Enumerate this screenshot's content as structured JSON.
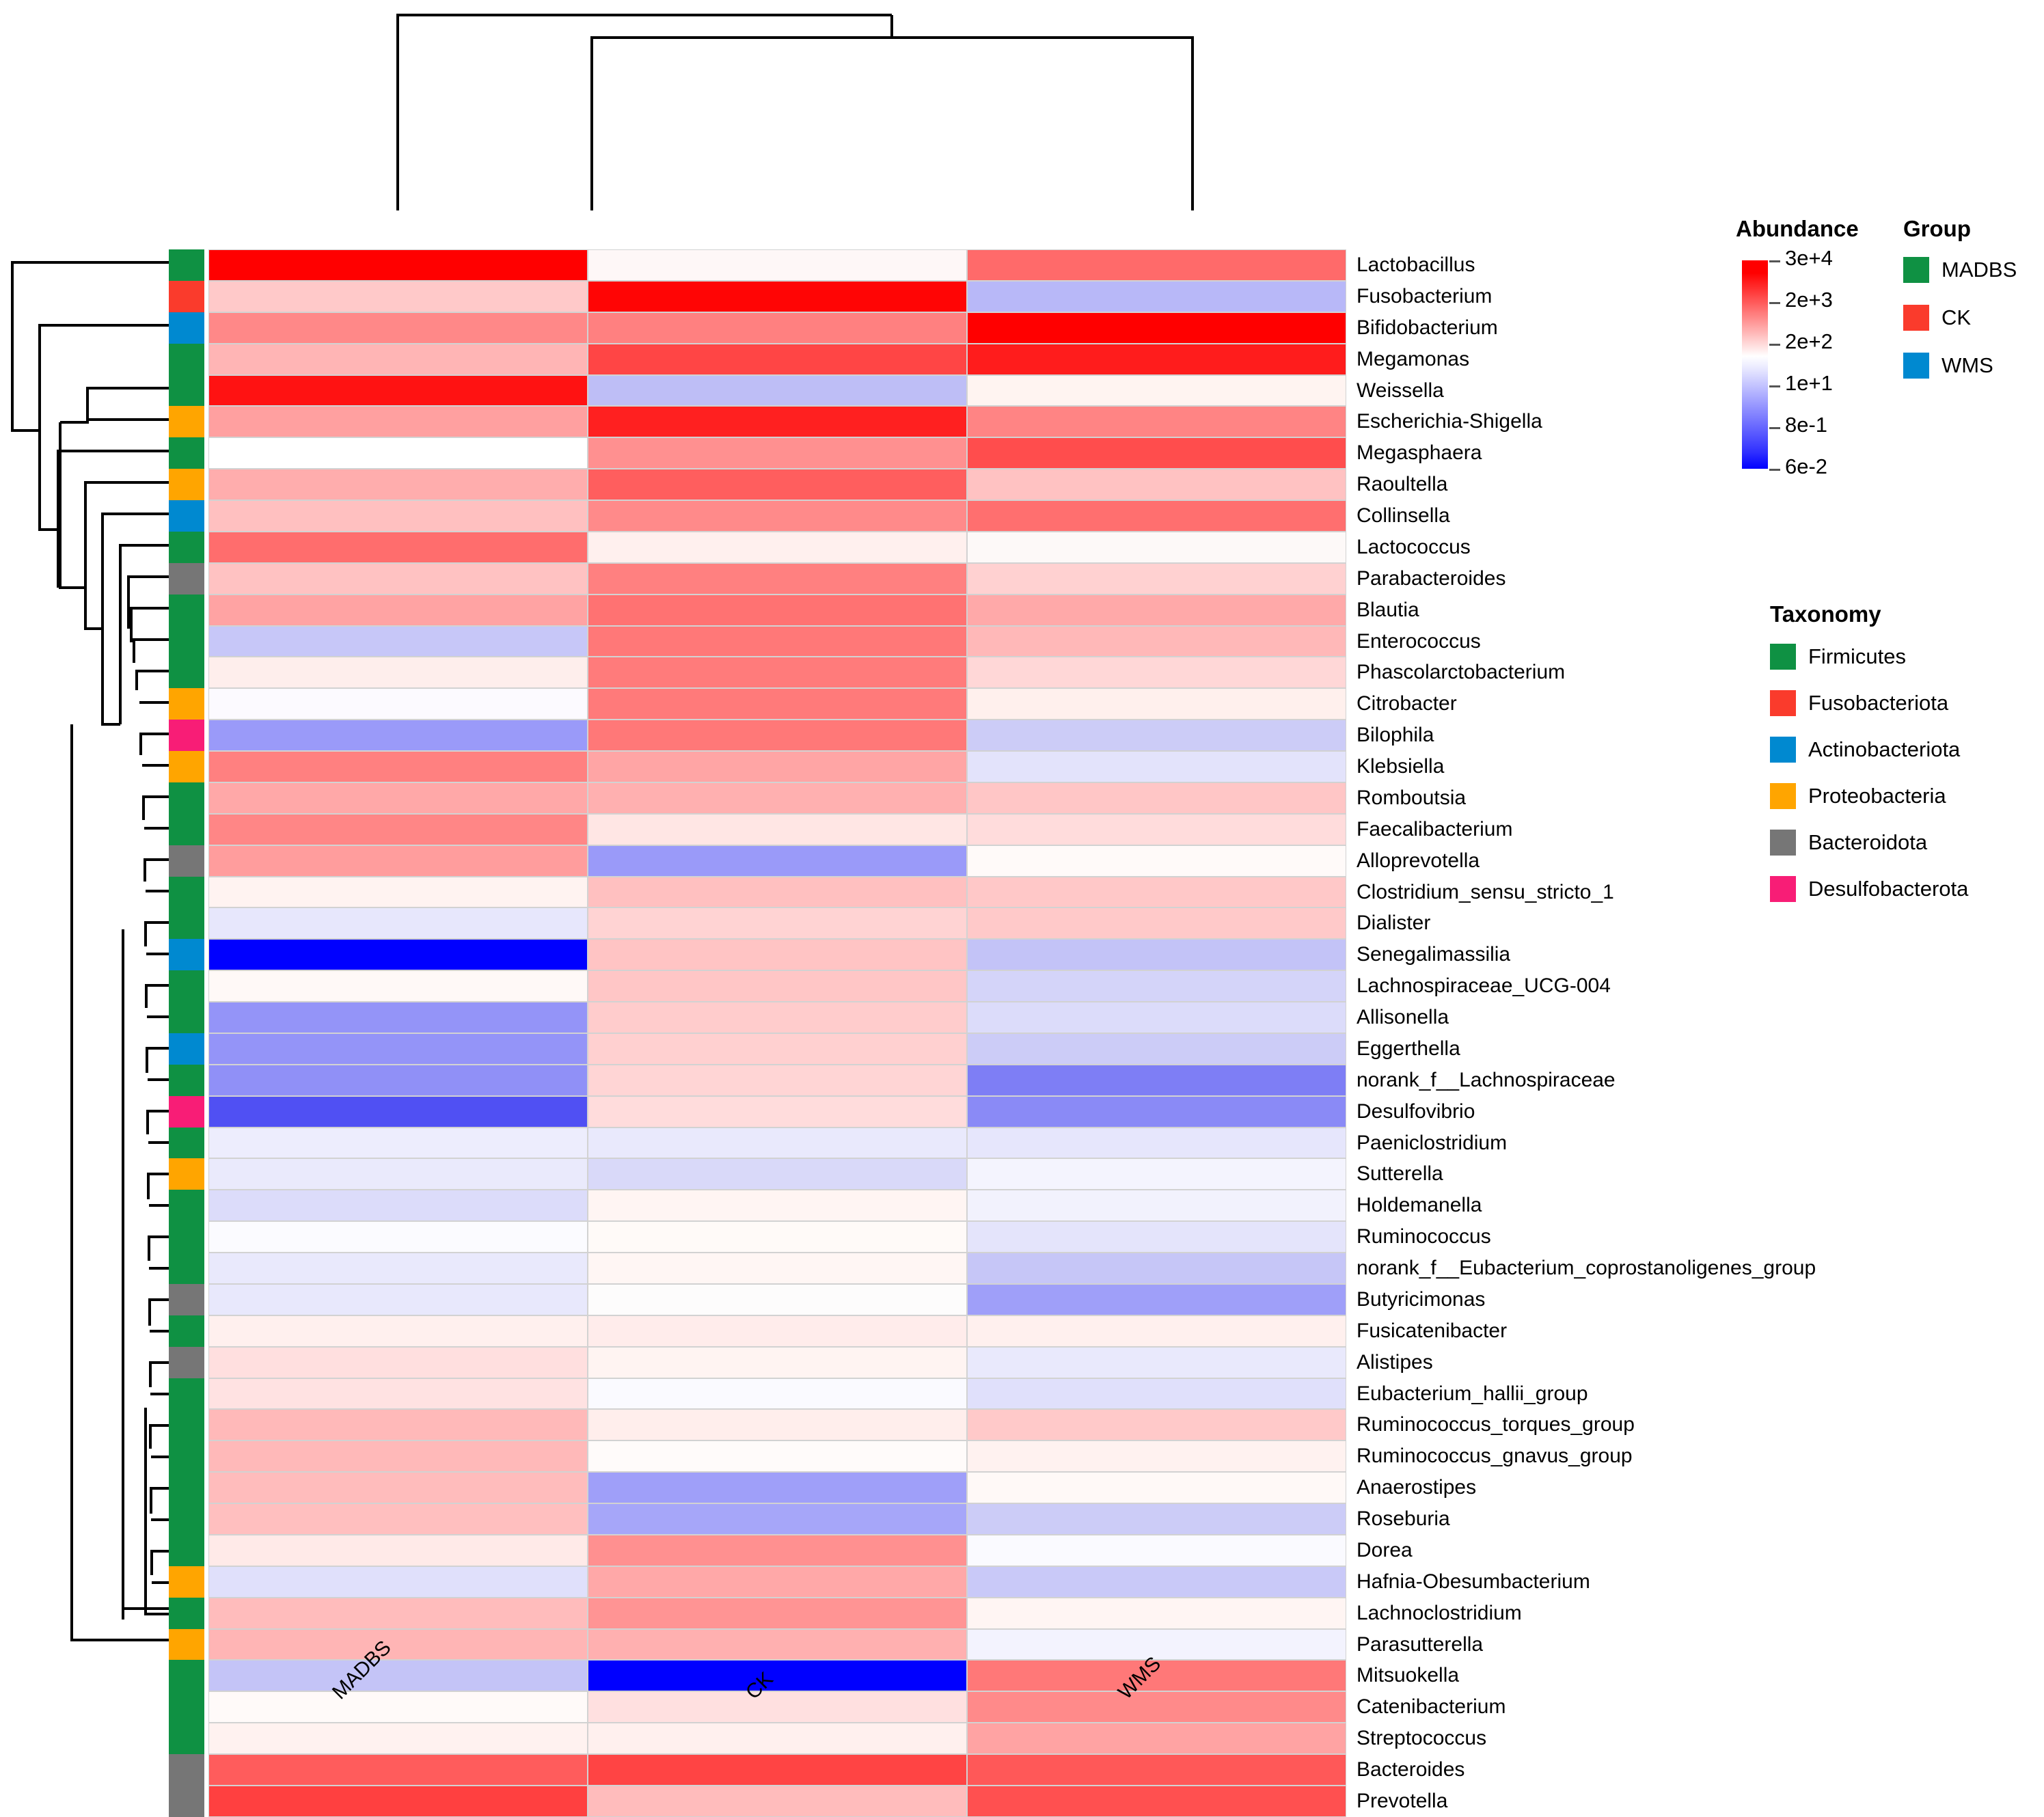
{
  "chart_data": {
    "type": "heatmap",
    "title": "",
    "xlabel": "",
    "ylabel": "",
    "columns": [
      "MADBS",
      "CK",
      "WMS"
    ],
    "colorbar": {
      "title": "Abundance",
      "scale": "log",
      "ticks": [
        "3e+4",
        "2e+3",
        "2e+2",
        "1e+1",
        "8e-1",
        "6e-2"
      ],
      "tick_values": [
        30000,
        2000,
        200,
        10,
        0.8,
        0.06
      ],
      "low_color": "#0000ff",
      "mid_color": "#ffffff",
      "high_color": "#ff0000"
    },
    "row_order_note": "rows ordered by hierarchical clustering dendrogram (left)",
    "col_dendrogram": "MADBS separate; CK and WMS joined first",
    "rows": [
      {
        "genus": "Lactobacillus",
        "phylum": "Firmicutes",
        "values": [
          30000,
          120,
          900
        ]
      },
      {
        "genus": "Fusobacterium",
        "phylum": "Fusobacteriota",
        "values": [
          320,
          28000,
          4
        ]
      },
      {
        "genus": "Bifidobacterium",
        "phylum": "Actinobacteriota",
        "values": [
          900,
          850,
          30000
        ]
      },
      {
        "genus": "Megamonas",
        "phylum": "Firmicutes",
        "values": [
          420,
          2600,
          9000
        ]
      },
      {
        "genus": "Weissella",
        "phylum": "Firmicutes",
        "values": [
          26000,
          4,
          130
        ]
      },
      {
        "genus": "Escherichia-Shigella",
        "phylum": "Proteobacteria",
        "values": [
          700,
          8000,
          900
        ]
      },
      {
        "genus": "Megasphaera",
        "phylum": "Firmicutes",
        "values": [
          180,
          900,
          2600
        ]
      },
      {
        "genus": "Raoultella",
        "phylum": "Proteobacteria",
        "values": [
          600,
          2200,
          420
        ]
      },
      {
        "genus": "Collinsella",
        "phylum": "Actinobacteriota",
        "values": [
          400,
          1000,
          1900
        ]
      },
      {
        "genus": "Lactococcus",
        "phylum": "Firmicutes",
        "values": [
          1900,
          150,
          120
        ]
      },
      {
        "genus": "Parabacteroides",
        "phylum": "Bacteroidota",
        "values": [
          430,
          1700,
          430
        ]
      },
      {
        "genus": "Blautia",
        "phylum": "Firmicutes",
        "values": [
          950,
          1600,
          820
        ]
      },
      {
        "genus": "Enterococcus",
        "phylum": "Firmicutes",
        "values": [
          5,
          1400,
          520
        ]
      },
      {
        "genus": "Phascolarctobacterium",
        "phylum": "Firmicutes",
        "values": [
          150,
          1400,
          330
        ]
      },
      {
        "genus": "Citrobacter",
        "phylum": "Proteobacteria",
        "values": [
          90,
          1400,
          130
        ]
      },
      {
        "genus": "Bilophila",
        "phylum": "Desulfobacterota",
        "values": [
          2,
          1400,
          5
        ]
      },
      {
        "genus": "Klebsiella",
        "phylum": "Proteobacteria",
        "values": [
          1600,
          700,
          3
        ]
      },
      {
        "genus": "Romboutsia",
        "phylum": "Firmicutes",
        "values": [
          800,
          700,
          500
        ]
      },
      {
        "genus": "Faecalibacterium",
        "phylum": "Firmicutes",
        "values": [
          1500,
          200,
          400
        ]
      },
      {
        "genus": "Alloprevotella",
        "phylum": "Bacteroidota",
        "values": [
          1200,
          2,
          100
        ]
      },
      {
        "genus": "Clostridium_sensu_stricto_1",
        "phylum": "Firmicutes",
        "values": [
          150,
          600,
          430
        ]
      },
      {
        "genus": "Dialister",
        "phylum": "Firmicutes",
        "values": [
          7,
          420,
          380
        ]
      },
      {
        "genus": "Senegalimassilia",
        "phylum": "Actinobacteriota",
        "values": [
          0.06,
          420,
          5
        ]
      },
      {
        "genus": "Lachnospiraceae_UCG-004",
        "phylum": "Firmicutes",
        "values": [
          120,
          380,
          6
        ]
      },
      {
        "genus": "Allisonella",
        "phylum": "Firmicutes",
        "values": [
          1.5,
          350,
          8
        ]
      },
      {
        "genus": "Eggerthella",
        "phylum": "Actinobacteriota",
        "values": [
          1.5,
          330,
          6
        ]
      },
      {
        "genus": "norank_f__Lachnospiraceae",
        "phylum": "Firmicutes",
        "values": [
          1.5,
          300,
          1.5
        ]
      },
      {
        "genus": "Desulfovibrio",
        "phylum": "Desulfobacterota",
        "values": [
          0.7,
          280,
          1.5
        ]
      },
      {
        "genus": "Paeniclostridium",
        "phylum": "Firmicutes",
        "values": [
          8,
          9,
          8
        ]
      },
      {
        "genus": "Sutterella",
        "phylum": "Proteobacteria",
        "values": [
          9,
          5,
          11
        ]
      },
      {
        "genus": "Holdemanella",
        "phylum": "Firmicutes",
        "values": [
          6,
          40,
          11
        ]
      },
      {
        "genus": "Ruminococcus",
        "phylum": "Firmicutes",
        "values": [
          11,
          13,
          12
        ]
      },
      {
        "genus": "norank_f__Eubacterium_coprostanoligenes_group",
        "phylum": "Firmicutes",
        "values": [
          8,
          25,
          4
        ]
      },
      {
        "genus": "Butyricimonas",
        "phylum": "Bacteroidota",
        "values": [
          9,
          18,
          1.8
        ]
      },
      {
        "genus": "Fusicatenibacter",
        "phylum": "Firmicutes",
        "values": [
          60,
          70,
          55
        ]
      },
      {
        "genus": "Alistipes",
        "phylum": "Bacteroidota",
        "values": [
          180,
          45,
          8
        ]
      },
      {
        "genus": "Eubacterium_hallii_group",
        "phylum": "Firmicutes",
        "values": [
          120,
          14,
          9
        ]
      },
      {
        "genus": "Ruminococcus_torques_group",
        "phylum": "Firmicutes",
        "values": [
          260,
          60,
          200
        ]
      },
      {
        "genus": "Ruminococcus_gnavus_group",
        "phylum": "Firmicutes",
        "values": [
          280,
          22,
          40
        ]
      },
      {
        "genus": "Anaerostipes",
        "phylum": "Firmicutes",
        "values": [
          250,
          1.6,
          22
        ]
      },
      {
        "genus": "Roseburia",
        "phylum": "Firmicutes",
        "values": [
          250,
          1.6,
          6
        ]
      },
      {
        "genus": "Dorea",
        "phylum": "Firmicutes",
        "values": [
          60,
          500,
          7
        ]
      },
      {
        "genus": "Hafnia-Obesumbacterium",
        "phylum": "Proteobacteria",
        "values": [
          9,
          500,
          6
        ]
      },
      {
        "genus": "Lachnoclostridium",
        "phylum": "Firmicutes",
        "values": [
          300,
          600,
          30
        ]
      },
      {
        "genus": "Parasutterella",
        "phylum": "Proteobacteria",
        "values": [
          330,
          380,
          13
        ]
      },
      {
        "genus": "Mitsuokella",
        "phylum": "Firmicutes",
        "values": [
          4,
          0.06,
          900
        ]
      },
      {
        "genus": "Catenibacterium",
        "phylum": "Firmicutes",
        "values": [
          90,
          200,
          900
        ]
      },
      {
        "genus": "Streptococcus",
        "phylum": "Firmicutes",
        "values": [
          120,
          140,
          500
        ]
      },
      {
        "genus": "Bacteroides",
        "phylum": "Bacteroidota",
        "values": [
          2000,
          2600,
          1800
        ]
      },
      {
        "genus": "Prevotella",
        "phylum": "Bacteroidota",
        "values": [
          2600,
          330,
          2000
        ]
      }
    ],
    "cell_colors": [
      [
        "#ff0000",
        "#fef7f7",
        "#ff6a6a"
      ],
      [
        "#ffc9c9",
        "#ff0505",
        "#b8b8f8"
      ],
      [
        "#ff8888",
        "#ff8080",
        "#ff0000"
      ],
      [
        "#ffb5b5",
        "#ff4545",
        "#ff1c1c"
      ],
      [
        "#ff1212",
        "#bebef6",
        "#fff4f1"
      ],
      [
        "#ffa0a0",
        "#ff2020",
        "#ff8484"
      ],
      [
        "#ffffff",
        "#ff9090",
        "#ff4d4d"
      ],
      [
        "#ffadad",
        "#ff5e5e",
        "#ffc2c2"
      ],
      [
        "#ffc0c0",
        "#ff8a8a",
        "#ff6f6f"
      ],
      [
        "#ff6d6d",
        "#fff0ee",
        "#fdf9f8"
      ],
      [
        "#ffc2c2",
        "#ff8080",
        "#ffd1d1"
      ],
      [
        "#ffa3a3",
        "#ff7272",
        "#ffa9a9"
      ],
      [
        "#c7c7f8",
        "#ff7878",
        "#ffb8b8"
      ],
      [
        "#feeeec",
        "#ff7b7b",
        "#ffd7d7"
      ],
      [
        "#fcfaff",
        "#ff7a7a",
        "#fff0ed"
      ],
      [
        "#9a9af9",
        "#ff7878",
        "#ccccf7"
      ],
      [
        "#ff8080",
        "#ffa5a5",
        "#e3e3fb"
      ],
      [
        "#ffa8a8",
        "#ffb0b0",
        "#ffc6c6"
      ],
      [
        "#ff8686",
        "#ffe6e4",
        "#ffdcdc"
      ],
      [
        "#ff9d9d",
        "#9a9af9",
        "#fffaf9"
      ],
      [
        "#fff3f1",
        "#ffc0c0",
        "#ffc8c8"
      ],
      [
        "#e7e7fc",
        "#ffd3d3",
        "#ffc9c9"
      ],
      [
        "#0000ff",
        "#ffc4c4",
        "#c3c3f7"
      ],
      [
        "#fff9f7",
        "#ffc6c6",
        "#d4d4f9"
      ],
      [
        "#9494f8",
        "#ffcccc",
        "#dcdcfa"
      ],
      [
        "#9494f8",
        "#ffd0d0",
        "#ccccf7"
      ],
      [
        "#9090f7",
        "#ffd5d5",
        "#7e7ef5"
      ],
      [
        "#5050f3",
        "#ffdcdc",
        "#8a8af6"
      ],
      [
        "#ededfd",
        "#e9e9fc",
        "#e6e6fc"
      ],
      [
        "#eaeafc",
        "#d9d9f9",
        "#f4f4fe"
      ],
      [
        "#dcdcfa",
        "#fff5f3",
        "#f2f2fd"
      ],
      [
        "#fbfbff",
        "#fffaf8",
        "#e4e4fb"
      ],
      [
        "#e9e9fc",
        "#fff6f4",
        "#c6c6f7"
      ],
      [
        "#e8e8fc",
        "#fdfcfc",
        "#9f9ff9"
      ],
      [
        "#fff0ee",
        "#ffeceb",
        "#fff0ee"
      ],
      [
        "#ffdfdf",
        "#fff4f2",
        "#e9e9fc"
      ],
      [
        "#ffe2e2",
        "#fafaff",
        "#e0e0fb"
      ],
      [
        "#ffb9b9",
        "#ffeeec",
        "#ffc9c9"
      ],
      [
        "#ffb9b9",
        "#fffbfa",
        "#fff2f0"
      ],
      [
        "#ffbcbc",
        "#9f9ff9",
        "#fff9f7"
      ],
      [
        "#ffbfbf",
        "#a6a6f9",
        "#ccccf7"
      ],
      [
        "#ffeae8",
        "#ff9090",
        "#fafaff"
      ],
      [
        "#e0e0fb",
        "#ffa8a8",
        "#c9c9f8"
      ],
      [
        "#ffbcbc",
        "#ff9494",
        "#fff5f3"
      ],
      [
        "#ffb5b5",
        "#ffb0b0",
        "#f3f3fe"
      ],
      [
        "#c4c4f7",
        "#0000ff",
        "#ff7878"
      ],
      [
        "#fffaf9",
        "#ffe0e0",
        "#ff8a8a"
      ],
      [
        "#fff2f0",
        "#fff0ee",
        "#ffa3a3"
      ],
      [
        "#ff5c5c",
        "#ff4444",
        "#ff5858"
      ],
      [
        "#ff4040",
        "#ffbcbc",
        "#ff5050"
      ]
    ]
  },
  "group_bar": {
    "segments": [
      {
        "label": "MADBS",
        "color": "#0f9143"
      },
      {
        "label": "CK",
        "color": "#fa3b2c"
      },
      {
        "label": "WMS",
        "color": "#0089d0"
      }
    ]
  },
  "column_labels": [
    "MADBS",
    "CK",
    "WMS"
  ],
  "legends": {
    "abundance": {
      "title": "Abundance",
      "ticks": [
        "3e+4",
        "2e+3",
        "2e+2",
        "1e+1",
        "8e-1",
        "6e-2"
      ]
    },
    "group": {
      "title": "Group",
      "items": [
        {
          "label": "MADBS",
          "color": "#0f9143"
        },
        {
          "label": "CK",
          "color": "#fa3b2c"
        },
        {
          "label": "WMS",
          "color": "#0089d0"
        }
      ]
    },
    "taxonomy": {
      "title": "Taxonomy",
      "items": [
        {
          "label": "Firmicutes",
          "color": "#0f9143"
        },
        {
          "label": "Fusobacteriota",
          "color": "#fa3b2c"
        },
        {
          "label": "Actinobacteriota",
          "color": "#0089d0"
        },
        {
          "label": "Proteobacteria",
          "color": "#ffa500"
        },
        {
          "label": "Bacteroidota",
          "color": "#767676"
        },
        {
          "label": "Desulfobacterota",
          "color": "#f81d76"
        }
      ]
    }
  }
}
